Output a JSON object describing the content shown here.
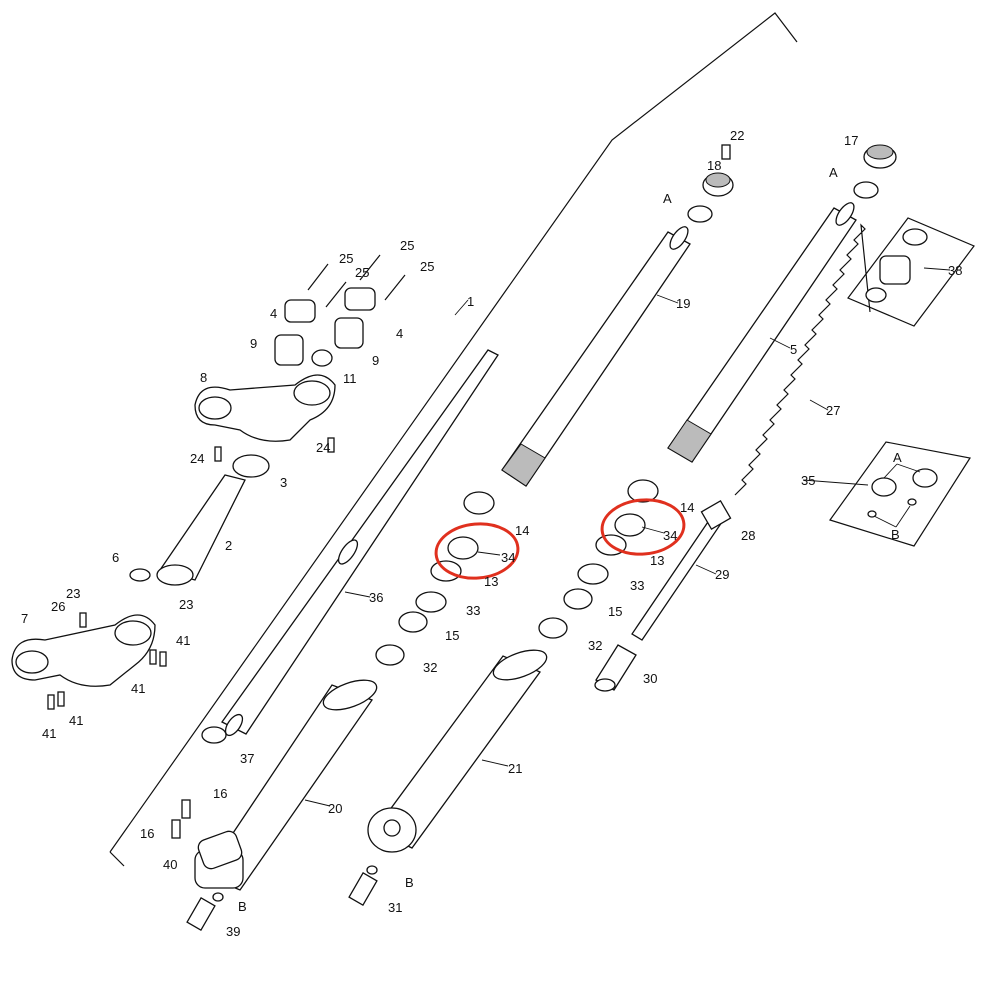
{
  "diagram": {
    "type": "exploded-parts-diagram",
    "highlight_color": "#e0301e",
    "highlighted_parts": [
      "34",
      "34"
    ],
    "labels": {
      "p1": "1",
      "p2": "2",
      "p3": "3",
      "p4a": "4",
      "p4b": "4",
      "p5": "5",
      "p6": "6",
      "p7": "7",
      "p8": "8",
      "p9a": "9",
      "p9b": "9",
      "p11": "11",
      "p13a": "13",
      "p13b": "13",
      "p14a": "14",
      "p14b": "14",
      "p15a": "15",
      "p15b": "15",
      "p16a": "16",
      "p16b": "16",
      "p17": "17",
      "p18": "18",
      "p19": "19",
      "p20": "20",
      "p21": "21",
      "p22": "22",
      "p23a": "23",
      "p23b": "23",
      "p24a": "24",
      "p24b": "24",
      "p25a": "25",
      "p25b": "25",
      "p25c": "25",
      "p25d": "25",
      "p26": "26",
      "p27": "27",
      "p28": "28",
      "p29": "29",
      "p30": "30",
      "p31": "31",
      "p32a": "32",
      "p32b": "32",
      "p33a": "33",
      "p33b": "33",
      "p34a": "34",
      "p34b": "34",
      "p35": "35",
      "p36": "36",
      "p37": "37",
      "p38": "38",
      "p39": "39",
      "p40": "40",
      "p41a": "41",
      "p41b": "41",
      "p41c": "41",
      "p41d": "41",
      "Aa": "A",
      "Ab": "A",
      "Ac": "A",
      "Ba": "B",
      "Bb": "B",
      "Bc": "B"
    }
  }
}
